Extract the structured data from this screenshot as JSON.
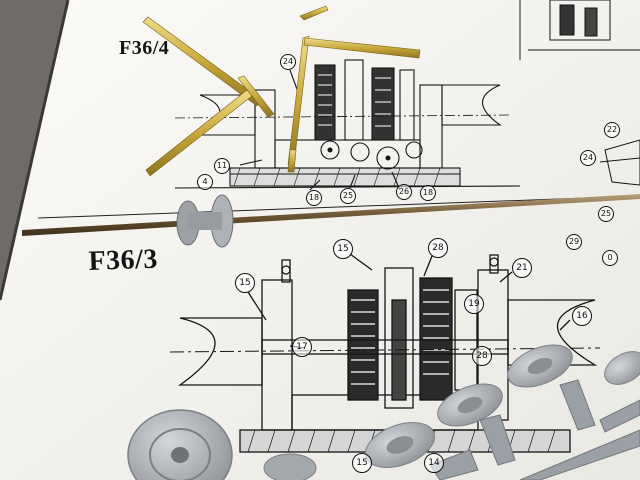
{
  "figure_labels": {
    "top": "F36/4",
    "middle": "F36/3"
  },
  "callouts": {
    "top_drawing": [
      "24",
      "11",
      "4",
      "18",
      "25",
      "26",
      "18"
    ],
    "middle_drawing": [
      "15",
      "28",
      "21",
      "15",
      "17",
      "28",
      "16",
      "19",
      "15",
      "14"
    ],
    "right_edge": [
      "22",
      "24",
      "25",
      "29",
      "0"
    ]
  },
  "colors": {
    "paper": "#f4f3ef",
    "ink": "#141414",
    "brass": "#c9a83a",
    "plastic": "#a9adb1",
    "background": "#6f6c68"
  }
}
